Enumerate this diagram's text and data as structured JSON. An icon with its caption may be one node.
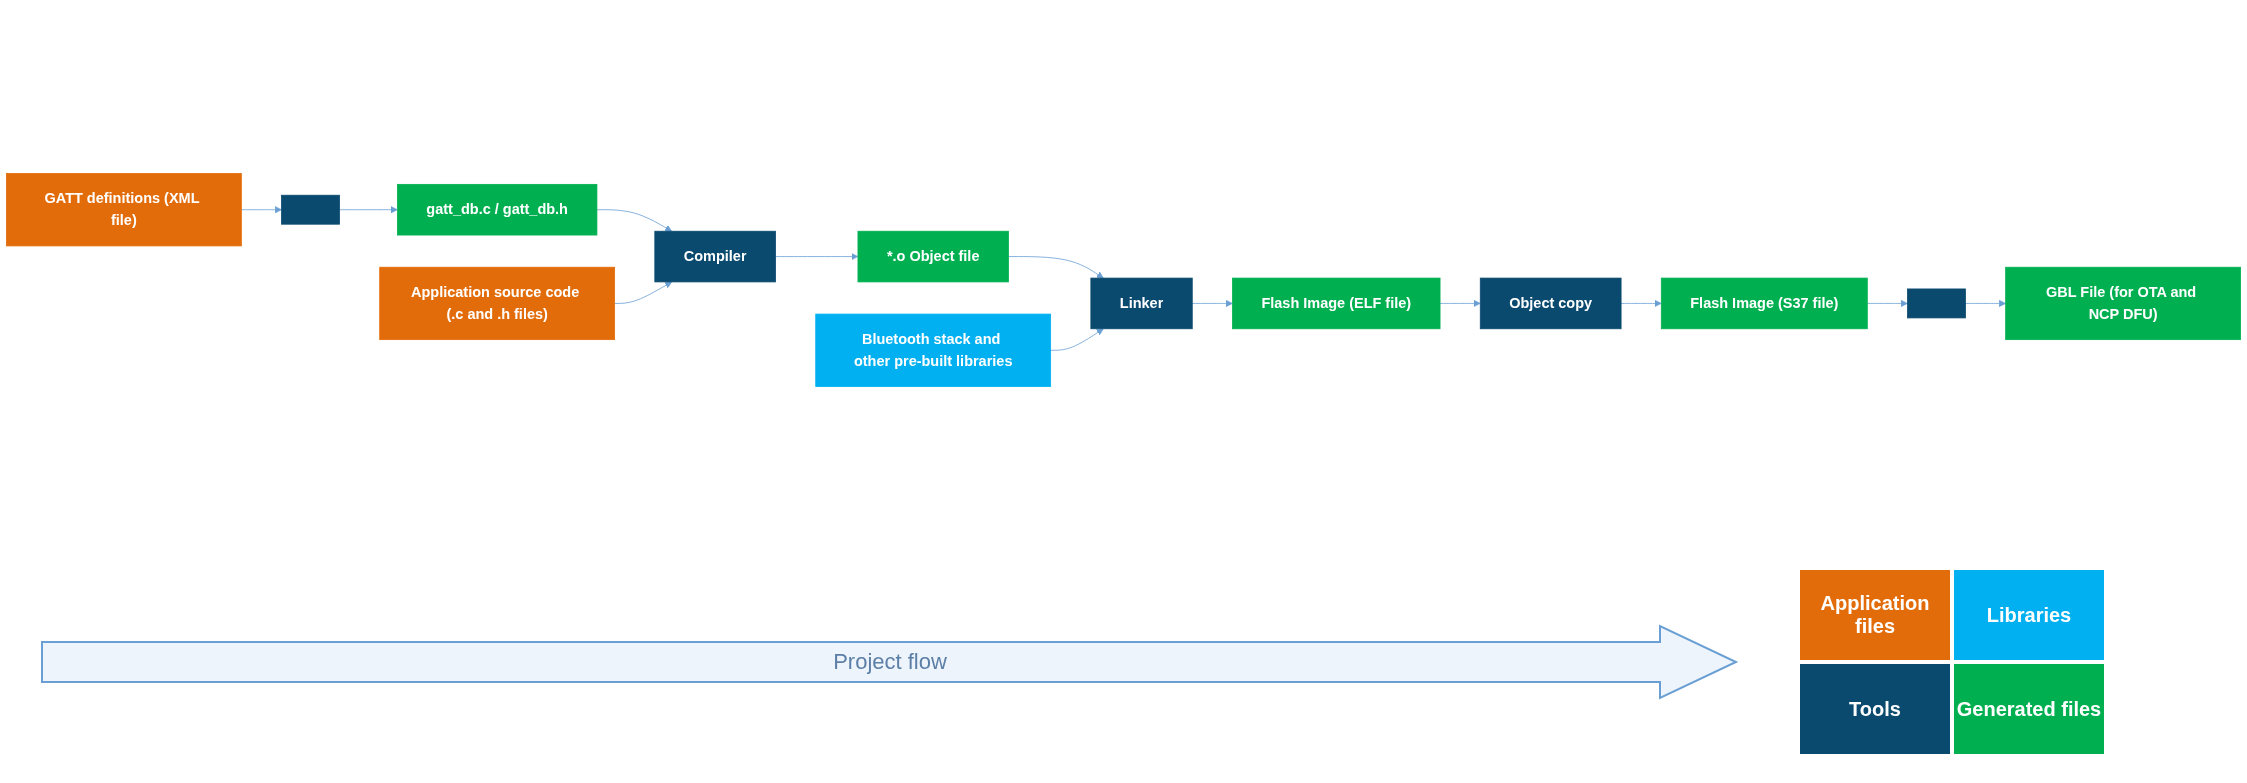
{
  "diagram": {
    "nodes": [
      {
        "text": [
          "GATT definitions (XML file)"
        ]
      },
      {
        "text": [],
        "shape": "box"
      },
      {
        "text": [
          "gatt_db.c / gatt_db.h"
        ]
      },
      {
        "text": [
          "Application source code (.c and .h files)"
        ]
      },
      {
        "text": [
          "Compiler"
        ]
      },
      {
        "text": [
          "*.o Object file"
        ]
      },
      {
        "text": [
          "Bluetooth stack and other pre-built libraries"
        ]
      },
      {
        "text": [
          "Linker"
        ]
      },
      {
        "text": [
          "Flash Image (ELF file)"
        ]
      },
      {
        "text": [
          "Object copy"
        ]
      },
      {
        "text": [
          "Flash Image (S37 file)"
        ]
      },
      {
        "text": [],
        "shape": "box"
      },
      {
        "text": [
          "GBL File (for OTA and NCP DFU)"
        ]
      }
    ],
    "edges": [
      {
        "from": 0,
        "to": 1,
        "arrow": "to"
      },
      {
        "from": 1,
        "to": 2,
        "arrow": "to"
      },
      {
        "from": 2,
        "to": 4,
        "arrow": "to"
      },
      {
        "from": 3,
        "to": 4,
        "arrow": "to"
      },
      {
        "from": 4,
        "to": 5,
        "arrow": "to"
      },
      {
        "from": 5,
        "to": 7,
        "arrow": "to"
      },
      {
        "from": 6,
        "to": 7,
        "arrow": "to"
      },
      {
        "from": 7,
        "to": 8,
        "arrow": "to"
      },
      {
        "from": 8,
        "to": 9,
        "arrow": "to"
      },
      {
        "from": 9,
        "to": 10,
        "arrow": "to"
      },
      {
        "from": 10,
        "to": 11,
        "arrow": "to"
      },
      {
        "from": 11,
        "to": 12,
        "arrow": "to"
      }
    ],
    "labels": [
      "Project flow"
    ],
    "legend": [
      {
        "text": "Application files",
        "color": "#e36c0a"
      },
      {
        "text": "Libraries",
        "color": "#00b0f0"
      },
      {
        "text": "Tools",
        "color": "#0b4a6f"
      },
      {
        "text": "Generated files",
        "color": "#00b050"
      }
    ]
  }
}
